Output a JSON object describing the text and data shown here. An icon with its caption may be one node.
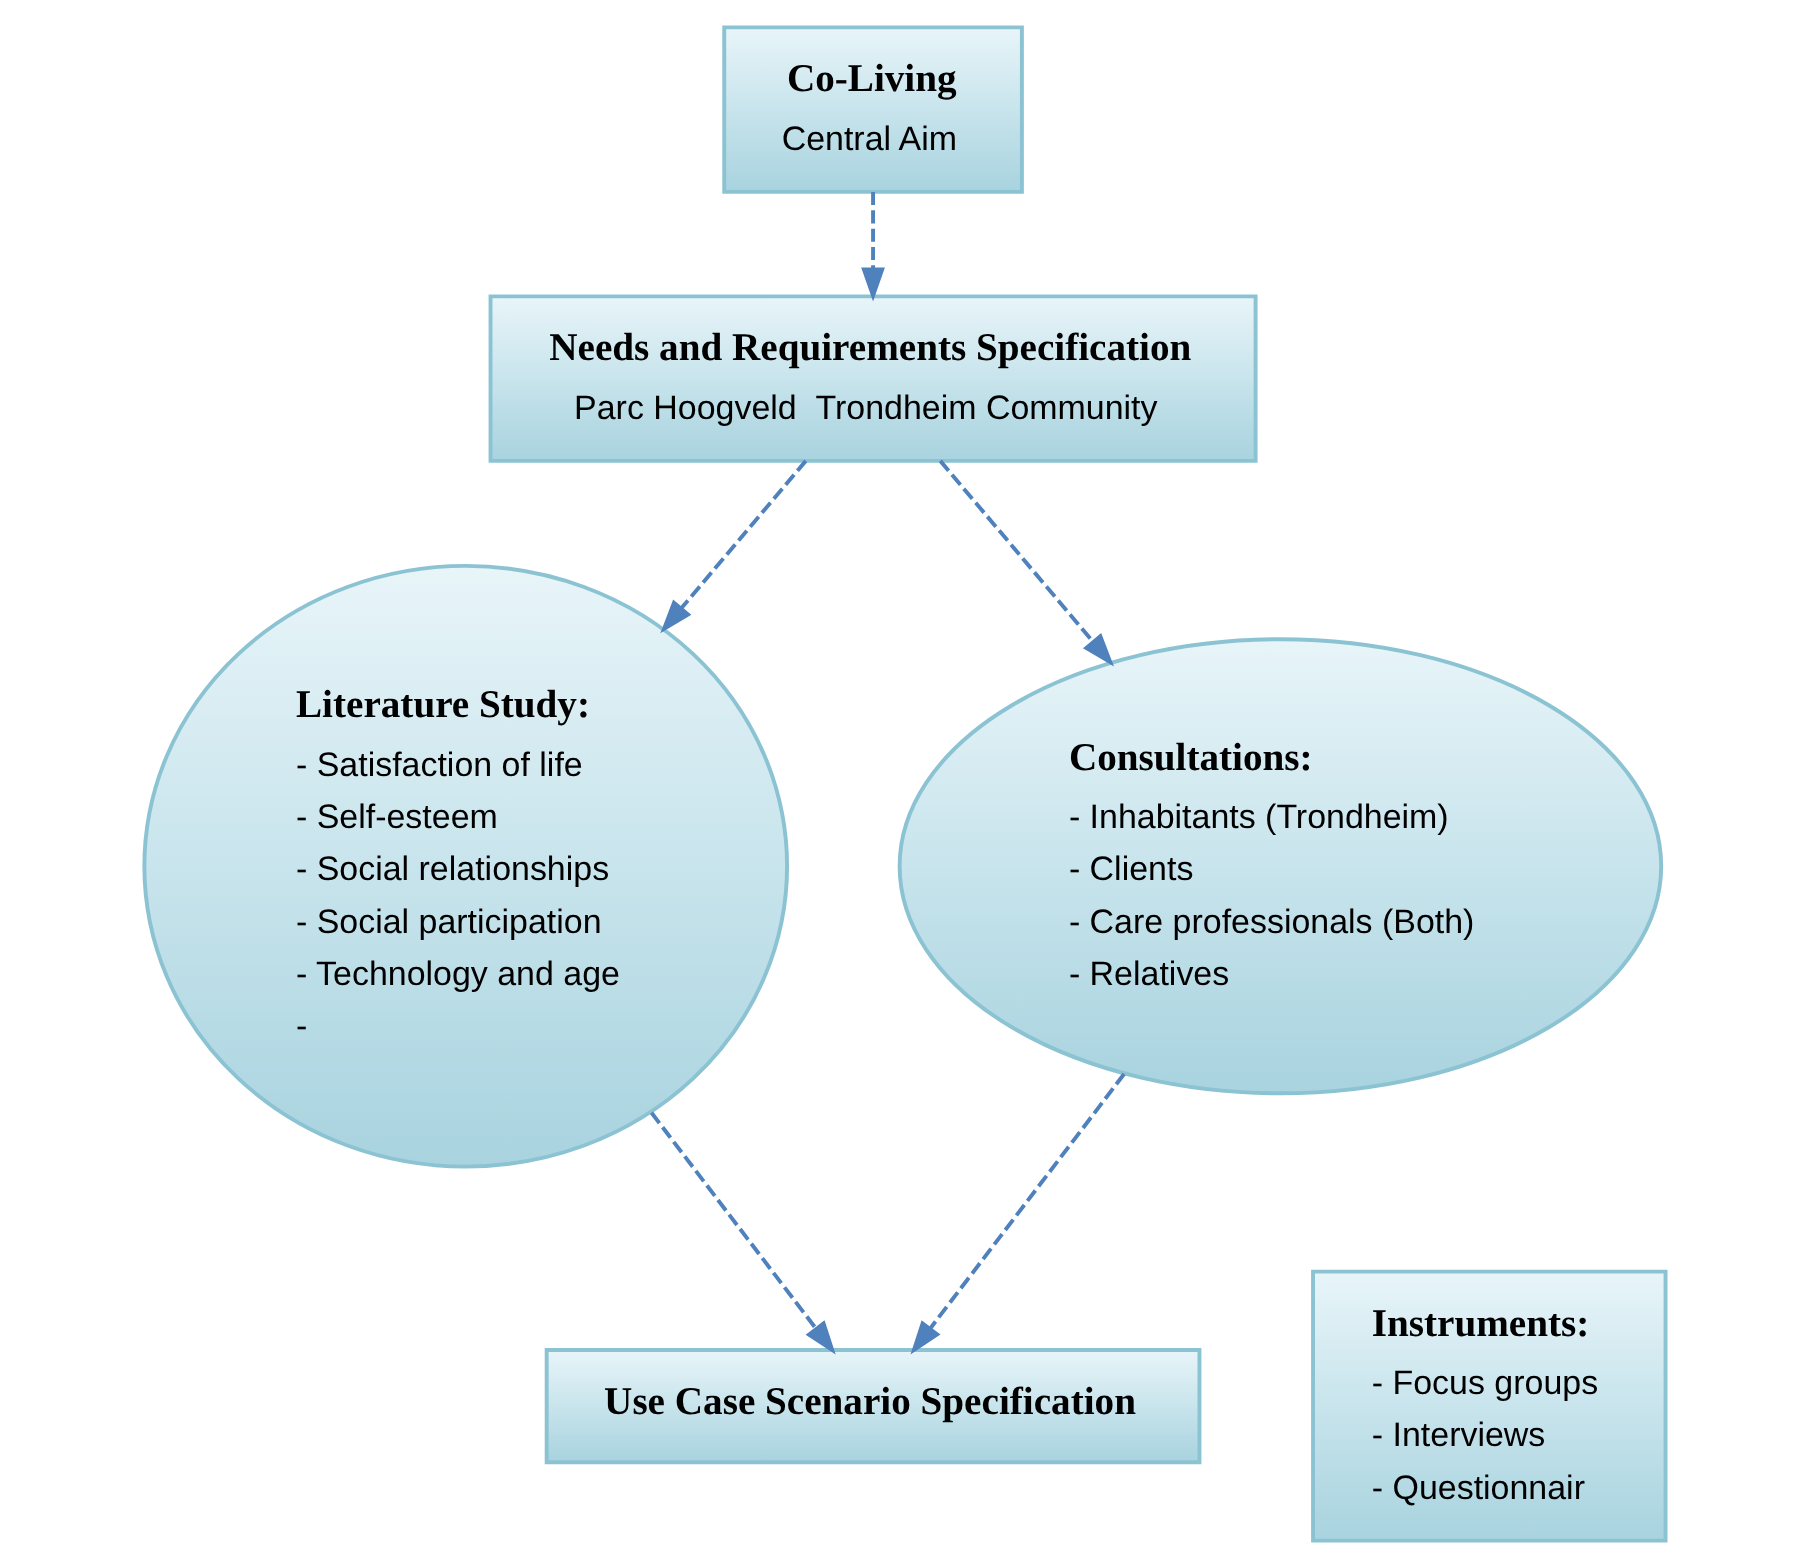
{
  "diagram": {
    "nodes": [
      {
        "text": [
          "Co-Living",
          "Central Aim"
        ]
      },
      {
        "text": [
          "Needs and Requirements Specification",
          "Parc Hoogveld  Trondheim Community"
        ]
      },
      {
        "text": [
          "Literature Study:",
          "- Satisfaction of life",
          "- Self-esteem",
          "- Social relationships",
          "- Social participation",
          "- Technology and age",
          "-"
        ]
      },
      {
        "text": [
          "Consultations:",
          "- Inhabitants (Trondheim)",
          "- Clients",
          "- Care professionals (Both)",
          "- Relatives"
        ]
      },
      {
        "text": [
          "Instruments:",
          "- Focus groups",
          "- Interviews",
          "- Questionnair"
        ]
      },
      {
        "text": [
          "Use Case Scenario Specification"
        ]
      }
    ],
    "edges": [
      {
        "from": 0,
        "to": 1,
        "arrow": "to",
        "style": "dashed"
      },
      {
        "from": 1,
        "to": 2,
        "arrow": "to",
        "style": "dashed"
      },
      {
        "from": 1,
        "to": 3,
        "arrow": "to",
        "style": "dashed"
      },
      {
        "from": 2,
        "to": 5,
        "arrow": "to",
        "style": "dashed"
      },
      {
        "from": 3,
        "to": 5,
        "arrow": "to",
        "style": "dashed"
      }
    ]
  }
}
